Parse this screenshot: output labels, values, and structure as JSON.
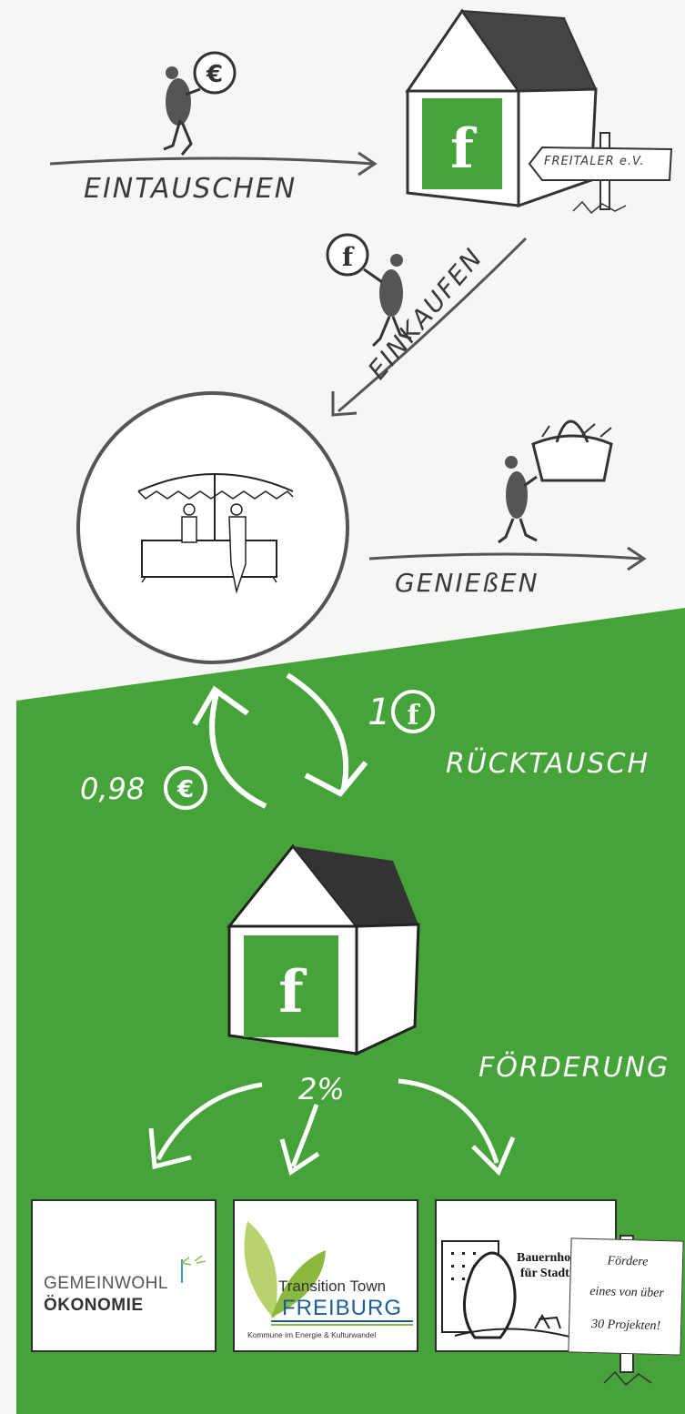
{
  "steps": {
    "exchange": "EINTAUSCHEN",
    "shop": "EINKAUFEN",
    "enjoy": "GENIEßEN",
    "swap_back": "RÜCKTAUSCH",
    "support": "FÖRDERUNG"
  },
  "signpost": "FREITALER e.V.",
  "rates": {
    "one_freitaler": "1",
    "euro_back": "0,98",
    "percent": "2%"
  },
  "currency_symbols": {
    "euro": "€",
    "freitaler": "f"
  },
  "logos": {
    "gemeinwohl": {
      "line1": "GEMEINWOHL",
      "line2": "ÖKONOMIE"
    },
    "transition": {
      "line1": "Transition Town",
      "line2": "FREIBURG",
      "line3": "Kommune im Energie & Kulturwandel"
    },
    "bauernhof": {
      "line1": "Bauernhoft",
      "line2": "für Stadtk"
    }
  },
  "sign": {
    "line1": "Fördere",
    "line2": "eines von über",
    "line3": "30 Projekten!"
  },
  "colors": {
    "green": "#46a339",
    "ink": "#3a3a3a",
    "paper": "#f6f6f4"
  }
}
